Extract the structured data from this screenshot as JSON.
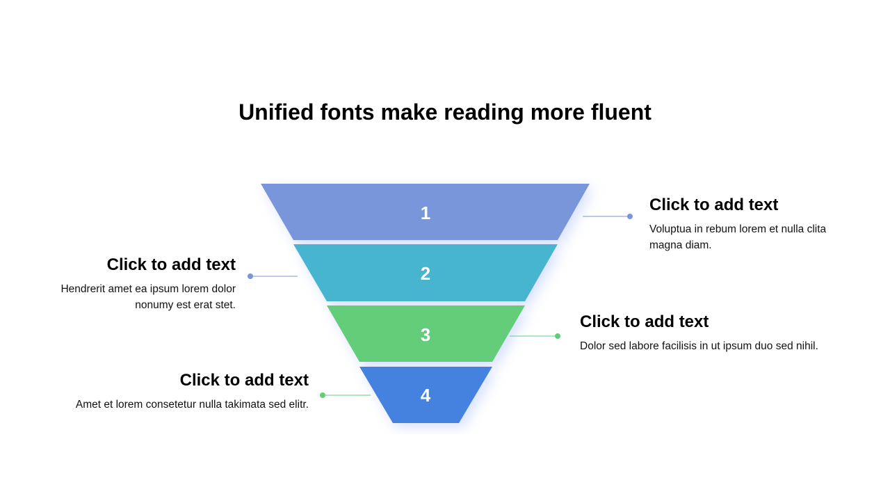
{
  "title": "Unified fonts make reading more fluent",
  "colors": {
    "level1": "#7A96DA",
    "level2": "#47B4D0",
    "level3": "#63CD79",
    "level4": "#4581DE",
    "connector_blue": "#7A96DA",
    "connector_green": "#63CD79"
  },
  "levels": [
    {
      "number": "1",
      "heading": "Click to add text",
      "body": "Voluptua in rebum lorem et nulla clita magna diam."
    },
    {
      "number": "2",
      "heading": "Click to add text",
      "body": "Hendrerit amet ea ipsum lorem dolor nonumy est erat stet."
    },
    {
      "number": "3",
      "heading": "Click to add text",
      "body": "Dolor sed labore facilisis in ut ipsum duo sed nihil."
    },
    {
      "number": "4",
      "heading": "Click to add text",
      "body": "Amet et lorem consetetur nulla takimata sed elitr."
    }
  ]
}
